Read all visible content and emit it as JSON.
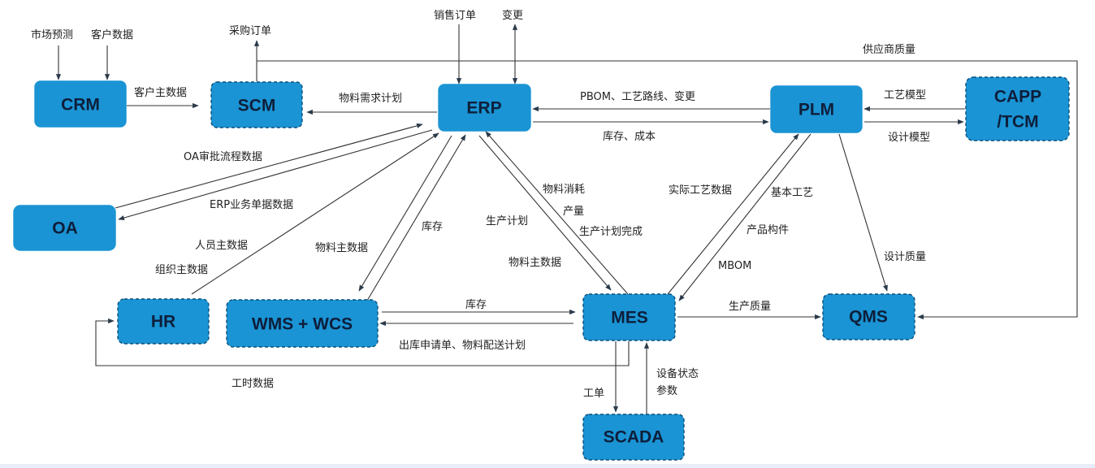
{
  "diagram": {
    "nodes": {
      "crm": {
        "label": "CRM",
        "style": "solid"
      },
      "scm": {
        "label": "SCM",
        "style": "dashed"
      },
      "erp": {
        "label": "ERP",
        "style": "solid"
      },
      "plm": {
        "label": "PLM",
        "style": "solid"
      },
      "capp": {
        "label_line1": "CAPP",
        "label_line2": "/TCM",
        "style": "dashed"
      },
      "oa": {
        "label": "OA",
        "style": "solid"
      },
      "hr": {
        "label": "HR",
        "style": "dashed"
      },
      "wms": {
        "label": "WMS + WCS",
        "style": "dashed"
      },
      "mes": {
        "label": "MES",
        "style": "dashed"
      },
      "qms": {
        "label": "QMS",
        "style": "dashed"
      },
      "scada": {
        "label": "SCADA",
        "style": "dashed"
      }
    },
    "labels": {
      "market_forecast": "市场预测",
      "customer_data": "客户数据",
      "customer_master": "客户主数据",
      "purchase_order": "采购订单",
      "material_requirement_plan": "物料需求计划",
      "sales_order": "销售订单",
      "change": "变更",
      "supplier_quality": "供应商质量",
      "pbom_routing_change": "PBOM、工艺路线、变更",
      "inventory_cost": "库存、成本",
      "process_model": "工艺模型",
      "design_model": "设计模型",
      "oa_approval": "OA审批流程数据",
      "erp_business_docs": "ERP业务单据数据",
      "personnel_master": "人员主数据",
      "org_master": "组织主数据",
      "material_master_wms": "物料主数据",
      "inventory_wms": "库存",
      "production_plan": "生产计划",
      "material_master_mes": "物料主数据",
      "material_consumption": "物料消耗",
      "output": "产量",
      "production_plan_done": "生产计划完成",
      "actual_process_data": "实际工艺数据",
      "basic_process": "基本工艺",
      "product_components": "产品构件",
      "mbom": "MBOM",
      "design_quality": "设计质量",
      "inventory_mes": "库存",
      "outbound_request": "出库申请单、物料配送计划",
      "production_quality": "生产质量",
      "work_hours": "工时数据",
      "work_order": "工单",
      "equipment_status_1": "设备状态",
      "equipment_status_2": "参数"
    }
  }
}
